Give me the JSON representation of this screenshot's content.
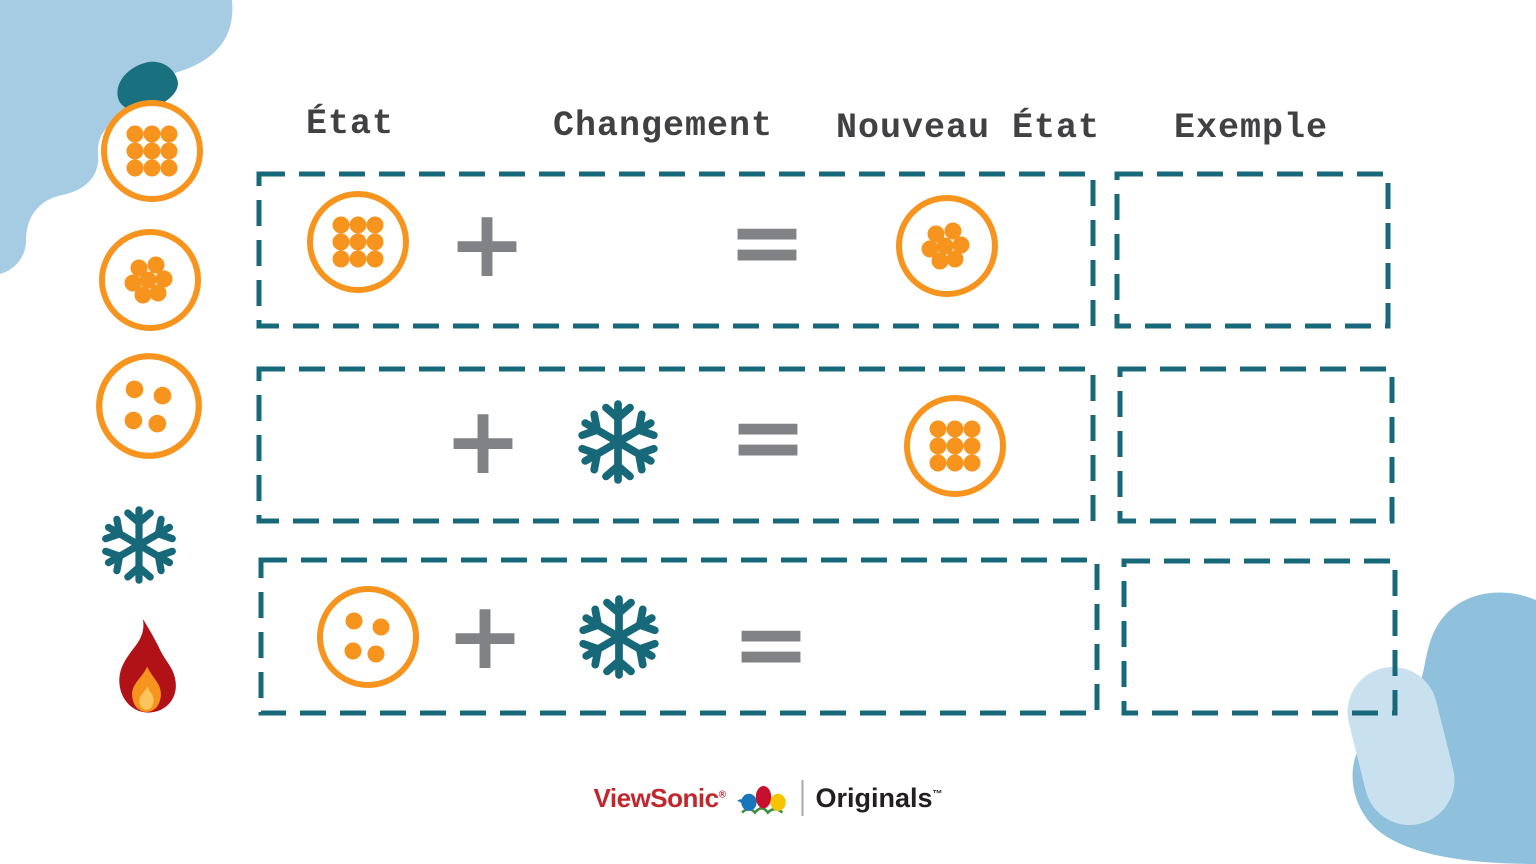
{
  "colors": {
    "orange": "#F7941E",
    "teal": "#17697A",
    "operator_gray": "#808285",
    "flame_red": "#B11217",
    "flame_orange": "#F7941E",
    "flame_yellow": "#FDC35C",
    "light_blue": "#A6CCE3",
    "medium_blue": "#8FC0DC",
    "pale_blue": "#C9E0EF",
    "brand_red": "#C1272D",
    "header_text": "#414042"
  },
  "headers": [
    {
      "id": "etat",
      "label": "État"
    },
    {
      "id": "changement",
      "label": "Changement"
    },
    {
      "id": "nouveau_etat",
      "label": "Nouveau État"
    },
    {
      "id": "exemple",
      "label": "Exemple"
    }
  ],
  "operators": {
    "plus": "+",
    "equals": "="
  },
  "legend": {
    "icons": [
      "solid-particles",
      "liquid-particles",
      "gas-particles",
      "snowflake",
      "flame"
    ]
  },
  "rows": [
    {
      "state": "solid-particles",
      "change": "",
      "result": "liquid-particles",
      "example": ""
    },
    {
      "state": "",
      "change": "snowflake",
      "result": "solid-particles",
      "example": ""
    },
    {
      "state": "gas-particles",
      "change": "snowflake",
      "result": "",
      "example": ""
    }
  ],
  "footer": {
    "brand": "ViewSonic",
    "registered": "®",
    "wordmark": "Originals",
    "trademark": "™"
  }
}
